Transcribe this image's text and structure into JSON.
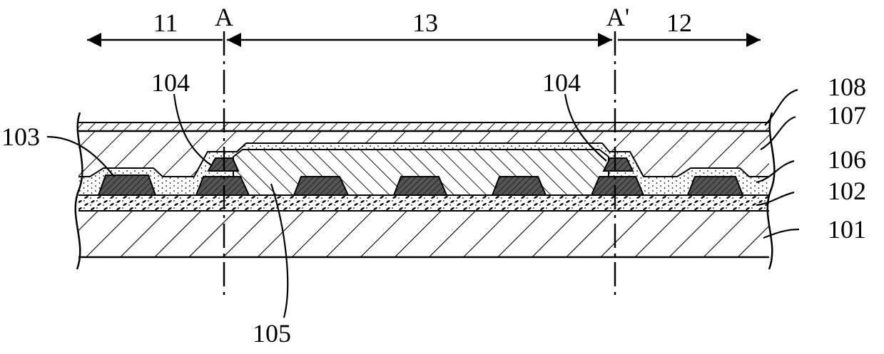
{
  "regions": {
    "left": "11",
    "middle": "13",
    "right": "12"
  },
  "section_marks": {
    "a": "A",
    "a_prime": "A'"
  },
  "labels": {
    "l101": "101",
    "l102": "102",
    "l103": "103",
    "l104_left": "104",
    "l104_right": "104",
    "l105": "105",
    "l106": "106",
    "l107": "107",
    "l108": "108"
  },
  "colors": {
    "ink": "#000000",
    "background": "#ffffff",
    "pad_fill": "#555555"
  }
}
